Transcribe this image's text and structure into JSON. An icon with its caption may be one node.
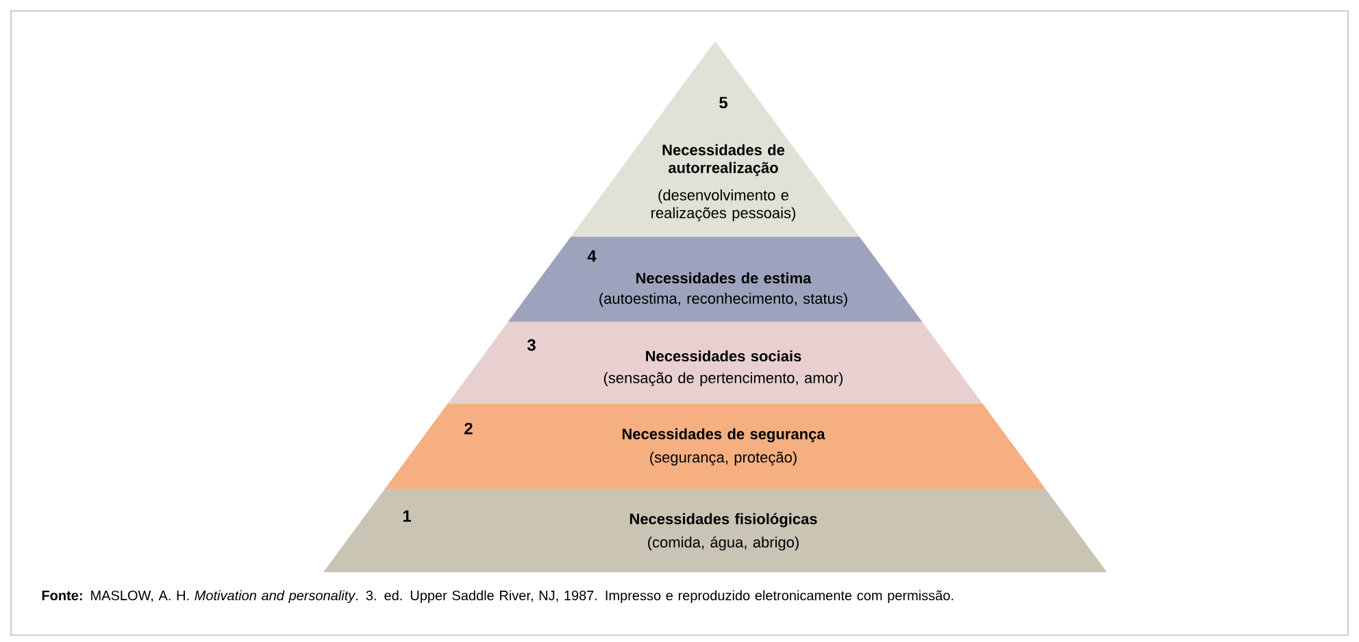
{
  "diagram": {
    "caption": "**Fonte:** MASLOW, A. H. *Motivation and personality*. 3. ed. Upper Saddle River, NJ, 1987. Impresso e reproduzido eletronicamente com permissão.",
    "nodes": [
      {
        "text": [
          "5",
          "Necessidades de autorrealização",
          "(desenvolvimento e realizações pessoais)"
        ]
      },
      {
        "text": [
          "4",
          "Necessidades de estima",
          "(autoestima, reconhecimento, status)"
        ]
      },
      {
        "text": [
          "3",
          "Necessidades sociais",
          "(sensação de pertencimento, amor)"
        ]
      },
      {
        "text": [
          "2",
          "Necessidades de segurança",
          "(segurança, proteção)"
        ]
      },
      {
        "text": [
          "1",
          "Necessidades fisiológicas",
          "(comida, água, abrigo)"
        ]
      }
    ]
  }
}
